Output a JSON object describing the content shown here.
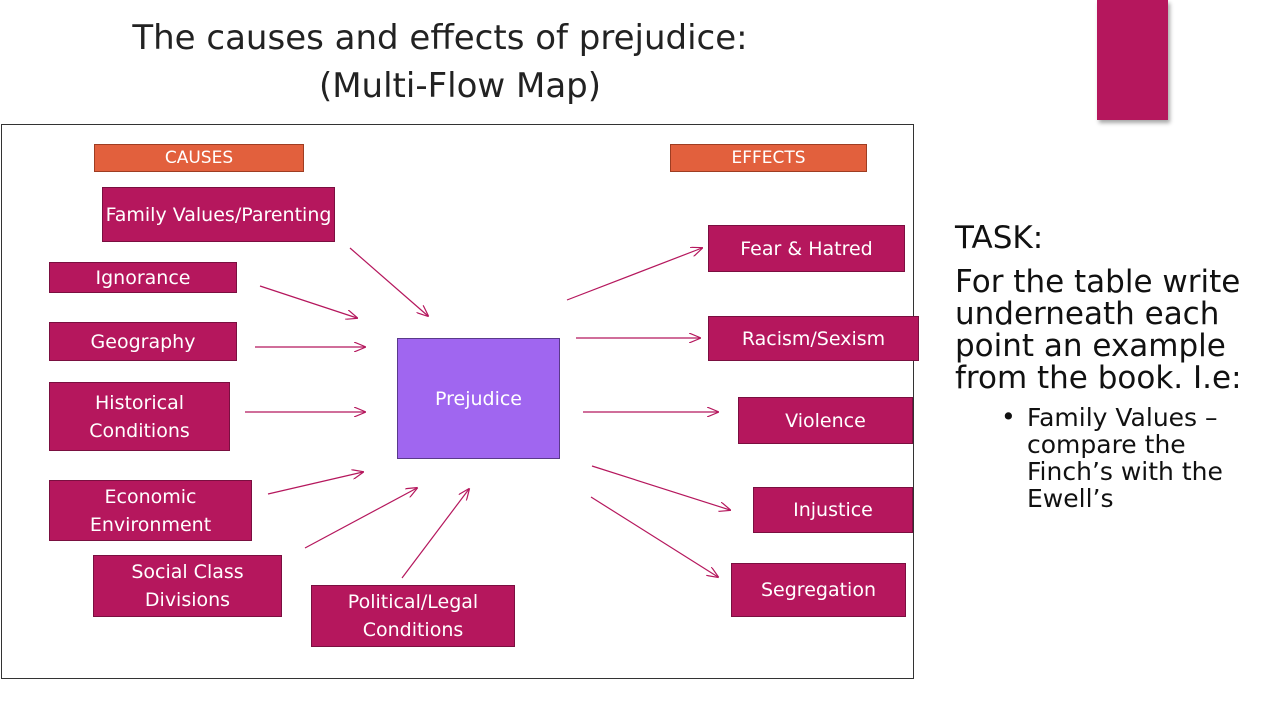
{
  "title": {
    "line1": "The causes and effects of prejudice:",
    "line2": "(Multi-Flow Map)"
  },
  "colors": {
    "accent": "#b5175d",
    "header": "#e2603d",
    "center": "#a066f0",
    "arrow": "#b5175d"
  },
  "flow_map": {
    "causes_header": "CAUSES",
    "effects_header": "EFFECTS",
    "center": "Prejudice",
    "causes": [
      "Family Values/Parenting",
      "Ignorance",
      "Geography",
      "Historical Conditions",
      "Economic Environment",
      "Social Class Divisions",
      "Political/Legal Conditions"
    ],
    "effects": [
      "Fear & Hatred",
      "Racism/Sexism",
      "Violence",
      "Injustice",
      "Segregation"
    ]
  },
  "task": {
    "heading": "TASK:",
    "text": "For the table write underneath each point an example from the book. I.e:",
    "bullet": "Family Values – compare the Finch’s with the Ewell’s",
    "bullet_icon": "bullet-dot"
  }
}
